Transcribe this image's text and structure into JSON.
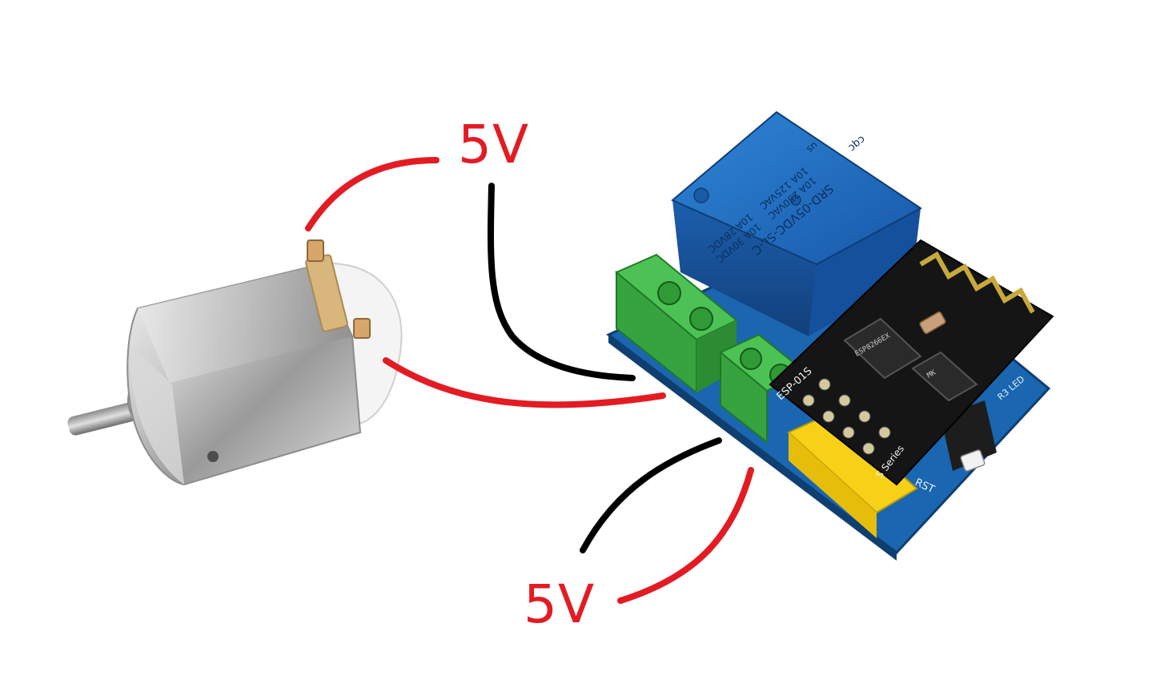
{
  "labels": {
    "top_voltage": "5V",
    "bottom_voltage": "5V"
  },
  "relay": {
    "model": "SRD-05VDC-SL-C",
    "rating_1": "10A 250VAC",
    "rating_2": "10A 125VAC",
    "rating_3": "10A 30VDC",
    "rating_4": "10A 28VDC",
    "cert_mark": "cqc",
    "ul_mark": "us"
  },
  "module": {
    "esp_label": "ESP-01S",
    "series_label": "S Series",
    "rst_label": "RST",
    "led_label": "R3 LED",
    "chip_text": "ESP8266EX",
    "flash_text": "MK"
  },
  "colors": {
    "wire_positive": "#e31b23",
    "wire_negative": "#000000",
    "label_color": "#e31b23",
    "relay_blue": "#1f6fc4",
    "terminal_green": "#3fb34a",
    "pcb_blue": "#1a66b0",
    "header_yellow": "#f7d117"
  }
}
